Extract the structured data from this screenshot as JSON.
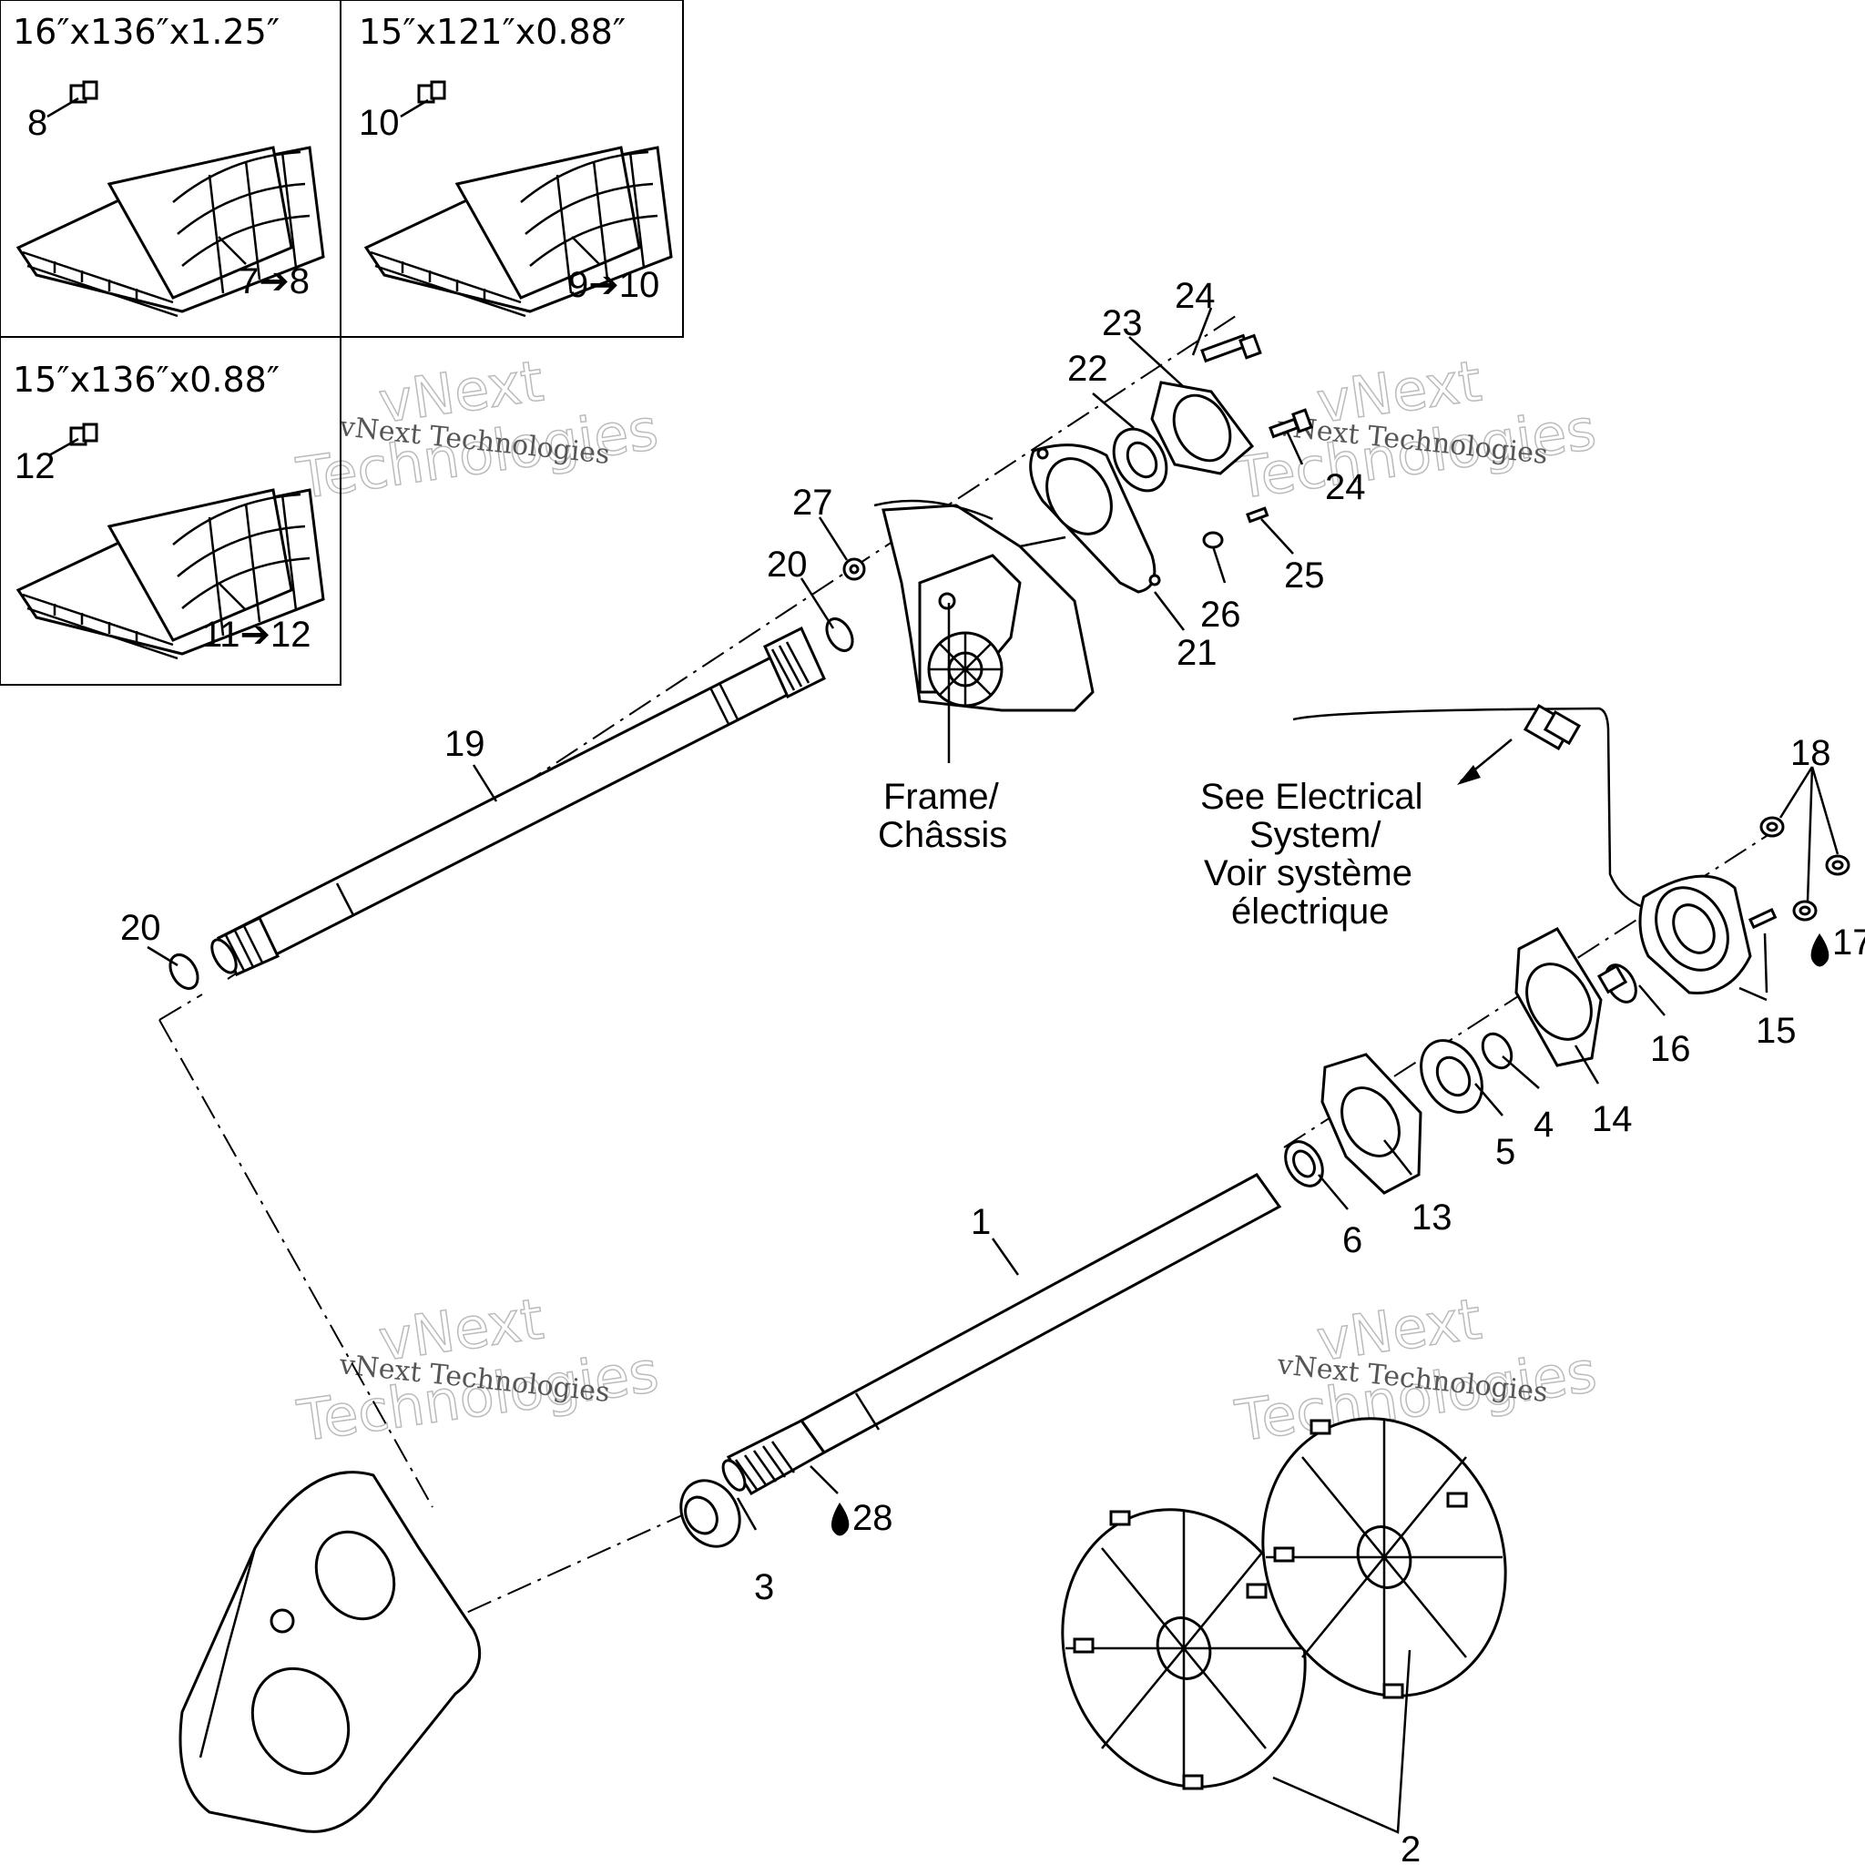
{
  "track_insets": [
    {
      "size": "16″x136″x1.25″",
      "clip_label": "8",
      "track_label": "7➔8"
    },
    {
      "size": "15″x121″x0.88″",
      "clip_label": "10",
      "track_label": "9➔10"
    },
    {
      "size": "15″x136″x0.88″",
      "clip_label": "12",
      "track_label": "11➔12"
    }
  ],
  "callouts": {
    "p1": "1",
    "p2": "2",
    "p3": "3",
    "p4": "4",
    "p5": "5",
    "p6": "6",
    "p13": "13",
    "p14": "14",
    "p15": "15",
    "p16": "16",
    "p17": "17",
    "p18": "18",
    "p19": "19",
    "p20a": "20",
    "p20b": "20",
    "p21": "21",
    "p22": "22",
    "p23": "23",
    "p24a": "24",
    "p24b": "24",
    "p25": "25",
    "p26": "26",
    "p27": "27",
    "p28": "28"
  },
  "frame_note": {
    "line1": "Frame/",
    "line2": "Châssis"
  },
  "electrical_note": {
    "line1": "See Electrical",
    "line2": "System/",
    "line3": "Voir système",
    "line4": "électrique"
  },
  "watermark": {
    "line1": "vNext Technologies",
    "line2": "vNext",
    "line3": "Technologies"
  }
}
